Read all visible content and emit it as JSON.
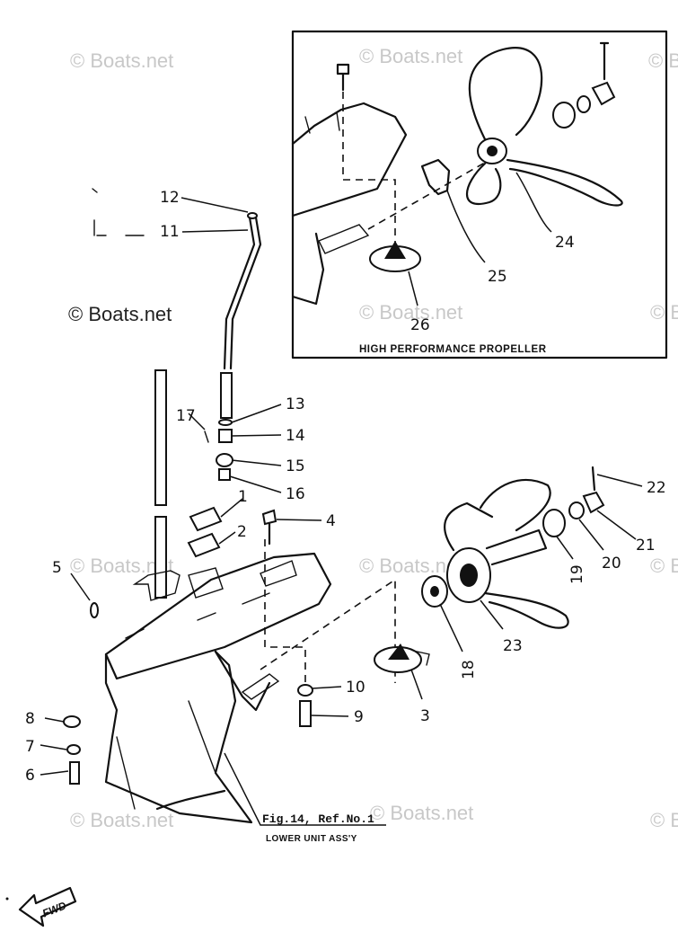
{
  "inset": {
    "caption": "HIGH PERFORMANCE PROPELLER"
  },
  "reference": {
    "fig": "Fig.14, Ref.No.1",
    "assembly": "LOWER UNIT ASS'Y"
  },
  "fwd_label": "FWD",
  "watermark": "© Boats.net",
  "callouts": [
    "1",
    "2",
    "3",
    "4",
    "5",
    "6",
    "7",
    "8",
    "9",
    "10",
    "11",
    "12",
    "13",
    "14",
    "15",
    "16",
    "17",
    "18",
    "19",
    "20",
    "21",
    "22",
    "23",
    "24",
    "25",
    "26"
  ]
}
